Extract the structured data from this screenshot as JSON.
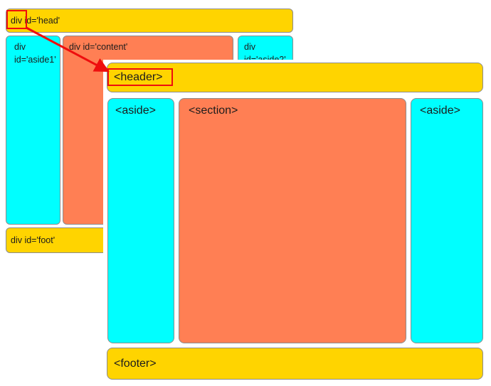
{
  "back_mockup": {
    "head_label": "div id='head'",
    "aside1": {
      "line1": "div",
      "line2": "id='aside1'"
    },
    "content_label": "div id='content'",
    "aside2": {
      "line1": "div",
      "line2": "id='aside2'"
    },
    "foot_label": "div id='foot'"
  },
  "front_mockup": {
    "header_label": "<header>",
    "aside_left_label": "<aside>",
    "section_label": "<section>",
    "aside_right_label": "<aside>",
    "footer_label": "<footer>"
  },
  "annotations": {
    "highlighted_source": "div",
    "highlighted_target": "<header>",
    "arrow": "div-to-header"
  },
  "colors": {
    "panel_yellow": "#ffd400",
    "panel_cyan": "#00ffff",
    "panel_orange": "#ff7f54",
    "annotation_red": "#ee0e0e",
    "box_border": "#8c8c8c",
    "text": "#1c1c1c"
  }
}
